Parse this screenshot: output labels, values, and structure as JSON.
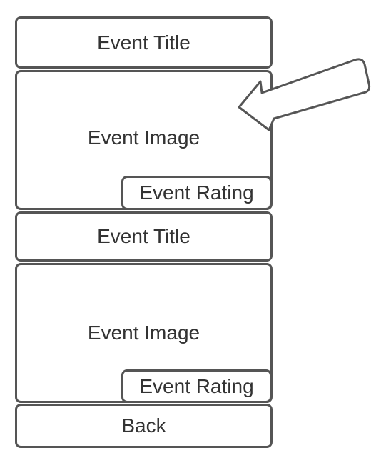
{
  "screen": {
    "event_list": [
      {
        "title": "Event Title",
        "image_label": "Event Image",
        "rating_label": "Event Rating"
      },
      {
        "title": "Event Title",
        "image_label": "Event Image",
        "rating_label": "Event Rating"
      }
    ],
    "back_label": "Back"
  },
  "colors": {
    "stroke": "#555555",
    "text": "#333333",
    "fill": "#ffffff"
  },
  "icons": {
    "callout": "arrow-pointer-icon"
  }
}
